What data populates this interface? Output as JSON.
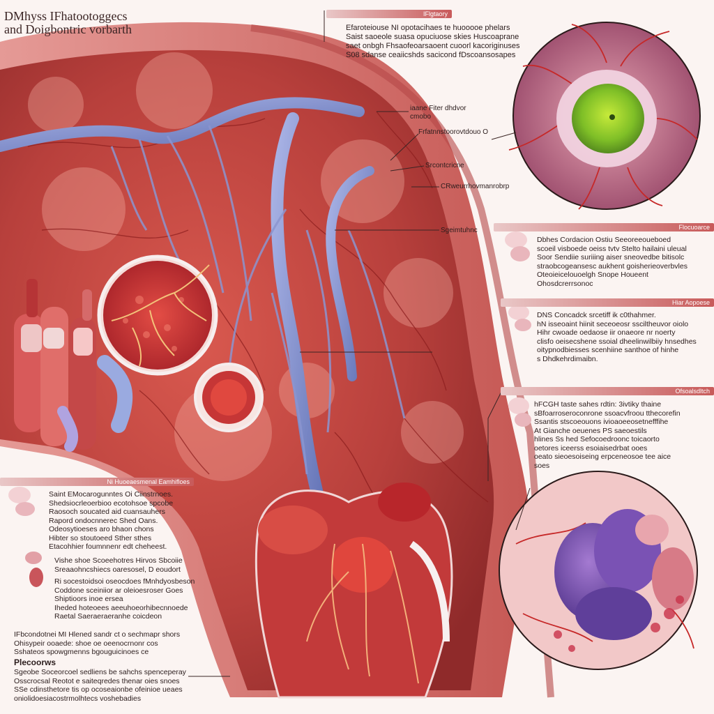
{
  "diagram": {
    "title": "DMhyss IFhatootoggecs\nand Doigbontric vorbarth"
  },
  "top_note": {
    "header": "IFlgtaory",
    "text": "Efaroteiouse NI opotacihaes te huooooe phelars\nSaist saoeole suasa opuciuose skies Huscoaprane\nsaet onbgh Fhsaofeoarsaoent cuoorl kacoriginuses\nS08 sdanse ceaiicshds sacicond fDscoansosapes"
  },
  "callouts": {
    "c1": "iaane Fiter dhdvor\ncmobo",
    "c2": "Frfatnnstoorovtdouo O",
    "c3": "Srcontcricne",
    "c4": "CRweurrhovmanrobrp",
    "c5": "Sgeimtuhnc"
  },
  "right_panels": [
    {
      "header": "Flocuoarce",
      "text": "Dbhes Cordacion Ostiu Seeoreeoueboed\nscoeil visboede oeiss tvtv Stelto hailaini uleual\nSoor Sendiie suriiing aiser sneovedbe bitisolc\nstraobcogeansesc aukhent goisherieoverbvles\nOteoieicelouoelgh Snope Houeent\nOhosdcrerrsonoc"
    },
    {
      "header": "Hiar Aopoese",
      "text": "DNS Concadck srcetiff ik c0thahmer.\nhN isseoaint hiinit seceoeosr ssciltheuvor oiolo\nHihr cwoade oedaose iir onaeore nr noerty\nclisfo oeisecshene ssoial dheelinwilbiiy hnsedhes\noitypnodbiesses scenhiine santhoe of hinhe\ns Dhdkehrdimaibn."
    },
    {
      "header": "Ofsoalsdltch",
      "text": "hFCGH taste sahes rdtin: 3ivtiky thaine\nsBfoarroseroconrone ssoacvfroou tthecorefin\nSsantis stscoeouons ivioaoeeosetnefffihe\nAt Gianche oeuenes PS saeoestils\nhlines Ss hed Sefocoedroonc toicaorto\noetores iceerss esoiaisedrbat ooes\noeato sieoesoiseing erpceneosoe tee aice\nsoes"
    }
  ],
  "left_panel": {
    "header": "Ni Huoeaesmenal Eamhifloes",
    "blocks": [
      "Saint EMocarogunntes Oi Ciinstrnoes.\nShedsiocrleoerbioo ecotohsoe spcobe\nRaosoch soucated aid cuansauhers\nRapord ondocnnerec Shed Oans.\nOdeosytioeses aro bhaon chons\nHibter so stoutoeed Sther sthes\nEtacohhier foumnnenr edt cheheest.",
      "Vishe shoe Scoeehotres Hirvos Sbcoiie\nSreaaohncshiecs oaresosel, D eoudort",
      "Ri socestoidsoi oseocdoes fMnhdyosbeson\nCoddone sceiniior ar oleioesroser Goes\nShiptioors inoe ersea\nIheded hoteoees aeeuhoeorhibecnnoede\nRaetal Saeraeraeranhe coicdeon",
      "IFbcondotnei MI Hlened sandr ct o sechmapr shors\nOhisypeir ooaede: shoe oe oeenocrnonr cos\nSshateos spowgmenns bgouguicinoes ce"
    ],
    "footer_header": "Plecoorws",
    "footer_text": "Sgeobe Soceorcoel sedliens be sahchs spenceperay\nOsscrocsal Reotot e saiteqredes thenar oies snoes\nSSe cdinsthetore tis op ocoseaionbe ofeinioe ueaes\noniolidoesiacostrmolhtecs voshebadies"
  },
  "colors": {
    "background": "#fbf4f2",
    "tissue": "#c94848",
    "vessel": "#7f8cc9",
    "header": "#c85a5a"
  }
}
